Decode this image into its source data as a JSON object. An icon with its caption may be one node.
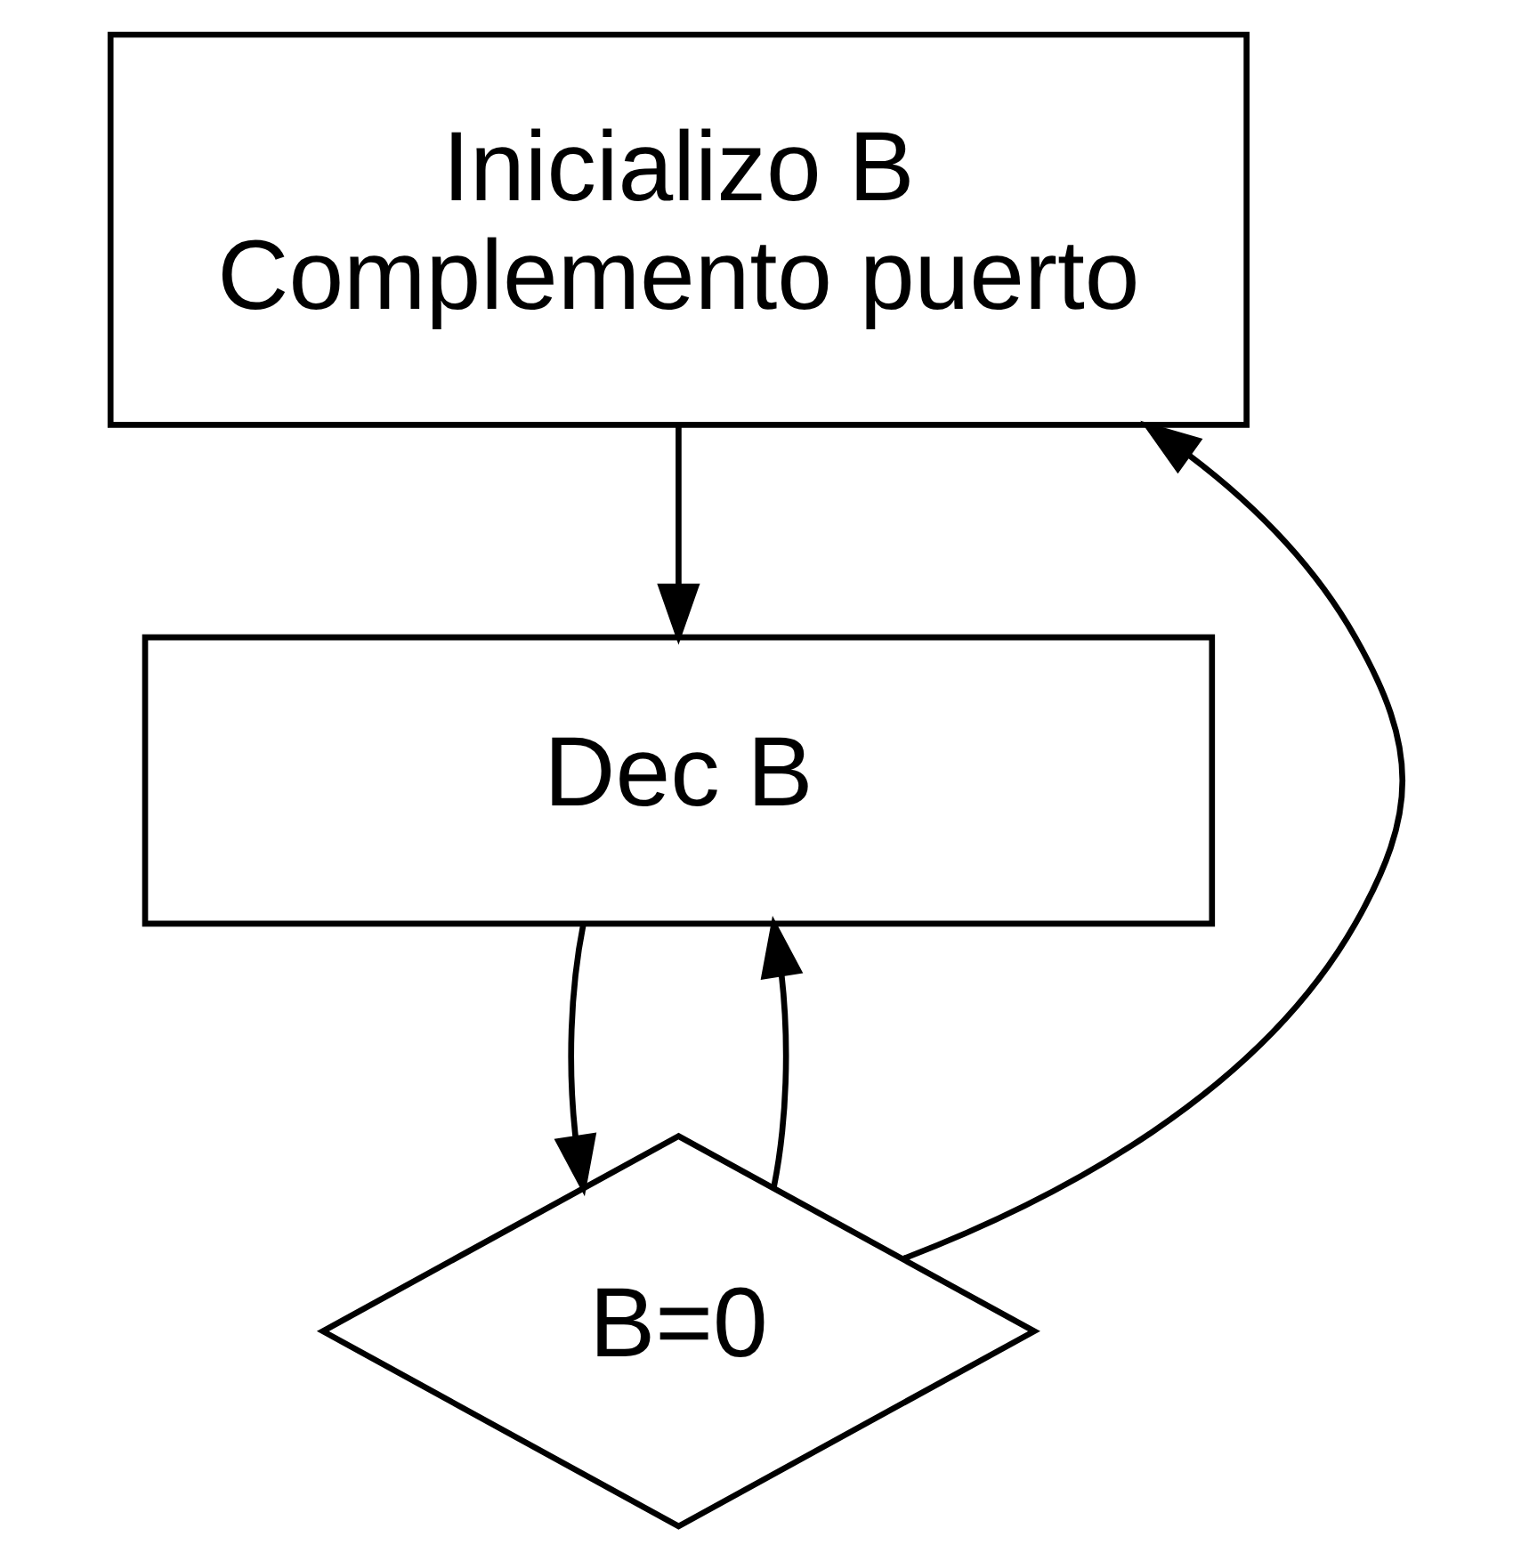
{
  "diagram": {
    "nodes": [
      {
        "text": [
          "Inicializo B",
          "Complemento puerto"
        ]
      },
      {
        "text": [
          "Dec B"
        ]
      },
      {
        "text": [
          "B=0"
        ]
      }
    ],
    "edges": [
      {
        "from": 0,
        "to": 1,
        "arrow": "to"
      },
      {
        "from": 1,
        "to": 2,
        "arrow": "to"
      },
      {
        "from": 2,
        "to": 1,
        "arrow": "to"
      },
      {
        "from": 2,
        "to": 0,
        "arrow": "to"
      }
    ]
  }
}
